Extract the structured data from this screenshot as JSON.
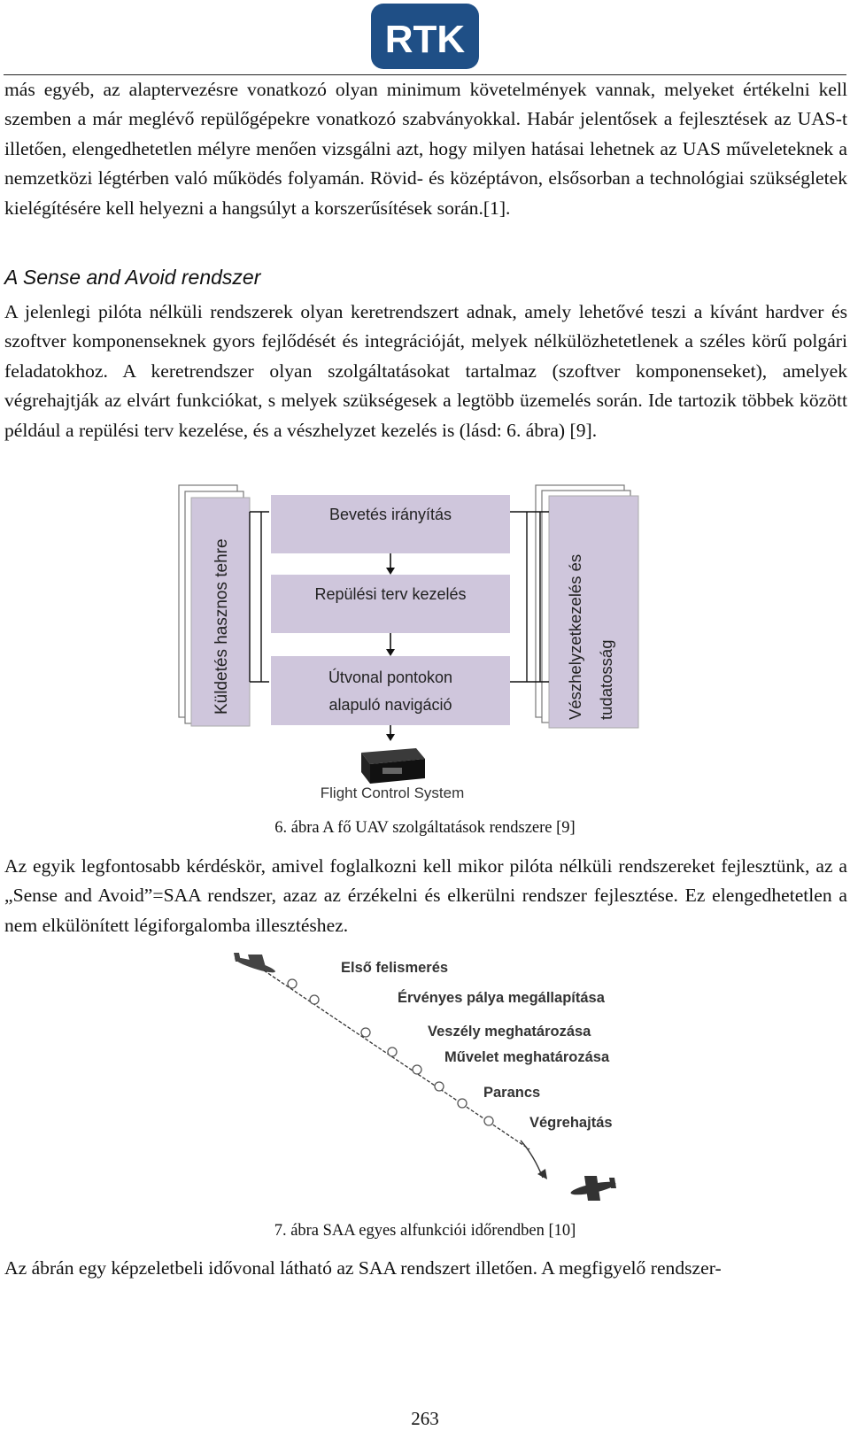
{
  "header": {
    "logo_text": "RTK"
  },
  "paragraph1": "más egyéb, az alaptervezésre vonatkozó olyan minimum követelmények vannak, melyeket értékelni kell szemben a már meglévő repülőgépekre vonatkozó szabványokkal. Habár jelentősek a fejlesztések az UAS-t illetően, elengedhetetlen mélyre menően vizsgálni azt, hogy milyen hatásai lehetnek az UAS műveleteknek a nemzetközi légtérben való működés folyamán. Rövid- és középtávon, elsősorban a technológiai szükségletek kielégítésére kell helyezni a hangsúlyt a korszerűsítések során.[1].",
  "section_heading": "A Sense and Avoid rendszer",
  "paragraph2": "A jelenlegi pilóta nélküli rendszerek olyan keretrendszert adnak, amely lehetővé teszi a kívánt hardver és szoftver komponenseknek gyors fejlődését és integrációját, melyek nélkülözhetetlenek a széles körű polgári feladatokhoz. A keretrendszer olyan szolgáltatásokat tartalmaz (szoftver komponenseket), amelyek végrehajtják az elvárt funkciókat, s melyek szükségesek a legtöbb üzemelés során. Ide tartozik többek között például a repülési terv kezelése, és a vészhelyzet kezelés is (lásd: 6. ábra) [9].",
  "figure6": {
    "left_panel": "Küldetés hasznos tehre",
    "right_panel_line1": "Vészhelyzetkezelés és",
    "right_panel_line2": "tudatosság",
    "box1": "Bevetés irányítás",
    "box2": "Repülési terv kezelés",
    "box3_line1": "Útvonal pontokon",
    "box3_line2": "alapuló navigáció",
    "device_label": "Flight Control System",
    "caption": "6. ábra A fő UAV szolgáltatások rendszere [9]",
    "colors": {
      "panel": "#cfc6dc",
      "arrow": "#111111"
    }
  },
  "paragraph3": "Az egyik legfontosabb kérdéskör, amivel foglalkozni kell mikor pilóta nélküli rendszereket fejlesztünk, az a „Sense and Avoid”=SAA rendszer, azaz az érzékelni és elkerülni rendszer fejlesztése. Ez elengedhetetlen a nem elkülönített légiforgalomba illesztéshez.",
  "figure7": {
    "steps": [
      "Első felismerés",
      "Érvényes pálya megállapítása",
      "Veszély meghatározása",
      "Művelet meghatározása",
      "Parancs",
      "Végrehajtás"
    ],
    "caption": "7. ábra SAA egyes alfunkciói időrendben [10]"
  },
  "paragraph4": "Az ábrán egy képzeletbeli idővonal látható az SAA rendszert illetően. A megfigyelő rendszer-",
  "page_number": "263"
}
